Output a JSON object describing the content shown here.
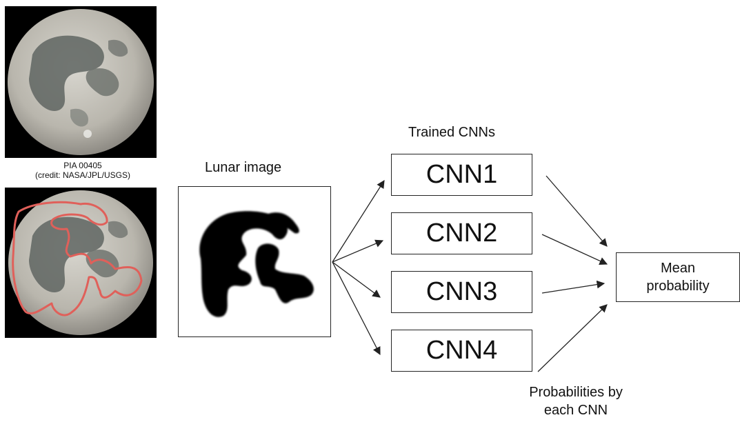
{
  "moon_caption": {
    "line1": "PIA 00405",
    "line2": "(credit: NASA/JPL/USGS)"
  },
  "lunar_image_label": "Lunar image",
  "trained_cnns_label": "Trained CNNs",
  "cnns": [
    "CNN1",
    "CNN2",
    "CNN3",
    "CNN4"
  ],
  "mean_box": {
    "line1": "Mean",
    "line2": "probability"
  },
  "probabilities_label": {
    "line1": "Probabilities by",
    "line2": "each CNN"
  },
  "colors": {
    "outline": "#e0605a",
    "stroke": "#222222"
  }
}
